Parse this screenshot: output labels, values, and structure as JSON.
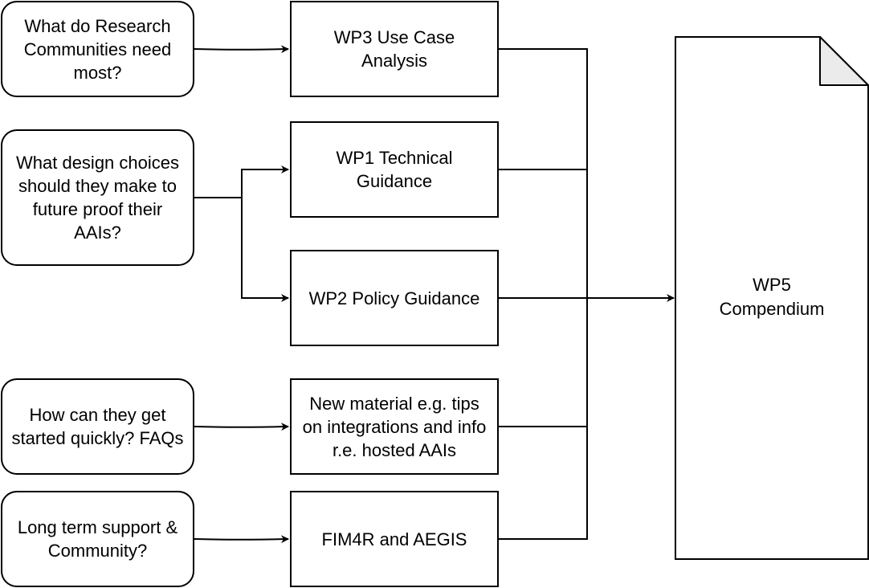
{
  "diagram": {
    "questions": [
      {
        "id": "q1",
        "text": "What do Research\nCommunities need\nmost?"
      },
      {
        "id": "q2",
        "text": "What design choices\nshould they make to\nfuture proof their\nAAIs?"
      },
      {
        "id": "q3",
        "text": "How can they get\nstarted quickly? FAQs"
      },
      {
        "id": "q4",
        "text": "Long term support &\nCommunity?"
      }
    ],
    "work_packages": [
      {
        "id": "wp3",
        "text": "WP3 Use Case\nAnalysis"
      },
      {
        "id": "wp1",
        "text": "WP1 Technical\nGuidance"
      },
      {
        "id": "wp2",
        "text": "WP2 Policy Guidance"
      },
      {
        "id": "new_material",
        "text": "New material e.g. tips\non integrations and info\nr.e. hosted AAIs"
      },
      {
        "id": "fim4r",
        "text": "FIM4R and AEGIS"
      }
    ],
    "output": {
      "id": "wp5",
      "text": "WP5\nCompendium",
      "shape": "document"
    },
    "edges": [
      {
        "from": "q1",
        "to": "wp3"
      },
      {
        "from": "q2",
        "to": "wp1"
      },
      {
        "from": "q2",
        "to": "wp2"
      },
      {
        "from": "q3",
        "to": "new_material"
      },
      {
        "from": "q4",
        "to": "fim4r"
      },
      {
        "from": "wp3",
        "to": "wp5"
      },
      {
        "from": "wp1",
        "to": "wp5"
      },
      {
        "from": "wp2",
        "to": "wp5"
      },
      {
        "from": "new_material",
        "to": "wp5"
      },
      {
        "from": "fim4r",
        "to": "wp5"
      }
    ]
  }
}
